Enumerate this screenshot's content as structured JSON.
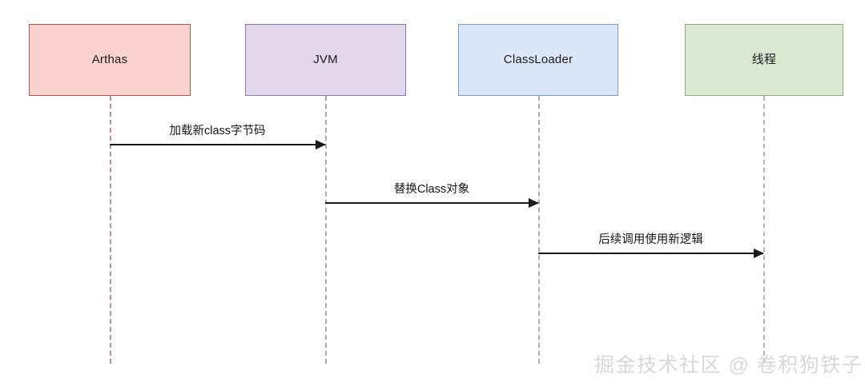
{
  "diagram": {
    "type": "sequence-diagram",
    "background_color": "#ffffff",
    "participants": [
      {
        "id": "arthas",
        "label": "Arthas",
        "fill_color": "#f9d2cf",
        "border_color": "#b85450",
        "lifeline_color": "#c58b94"
      },
      {
        "id": "jvm",
        "label": "JVM",
        "fill_color": "#e2d7ea",
        "border_color": "#9178a8",
        "lifeline_color": "#aaa6b8"
      },
      {
        "id": "classloader",
        "label": "ClassLoader",
        "fill_color": "#dbe7f8",
        "border_color": "#7b9cc4",
        "lifeline_color": "#a9adb4"
      },
      {
        "id": "thread",
        "label": "线程",
        "fill_color": "#d8e8d2",
        "border_color": "#8aae78",
        "lifeline_color": "#adbba7"
      }
    ],
    "messages": [
      {
        "id": "msg-1",
        "label": "加载新class字节码",
        "from": "Arthas",
        "to": "JVM",
        "direction": "right",
        "color": "#1a1a1a"
      },
      {
        "id": "msg-2",
        "label": "替换Class对象",
        "from": "JVM",
        "to": "ClassLoader",
        "direction": "right",
        "color": "#1a1a1a"
      },
      {
        "id": "msg-3",
        "label": "后续调用使用新逻辑",
        "from": "ClassLoader",
        "to": "线程",
        "direction": "right",
        "color": "#1a1a1a"
      }
    ],
    "watermark": {
      "text": "掘金技术社区 @ 卷积狗铁子",
      "color": "#d8d8d8"
    }
  }
}
